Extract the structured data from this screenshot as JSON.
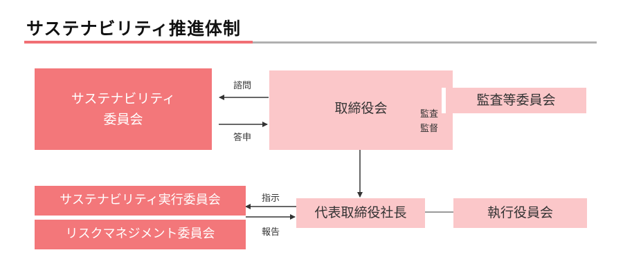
{
  "title": "サステナビリティ推進体制",
  "colors": {
    "accent": "#f16f74",
    "box_strong": "#f3777a",
    "box_light": "#fbc7c9",
    "rule_gray": "#b0b0b0"
  },
  "nodes": {
    "sustainability_committee": [
      "サステナビリティ",
      "委員会"
    ],
    "board": "取締役会",
    "audit_committee": "監査等委員会",
    "president": "代表取締役社長",
    "executive_committee": "執行役員会",
    "sustainability_execution_committee": "サステナビリティ実行委員会",
    "risk_management_committee": "リスクマネジメント委員会"
  },
  "edge_labels": {
    "consult": "諮問",
    "report_answer": "答申",
    "audit_supervise": [
      "監査",
      "監督"
    ],
    "instruct": "指示",
    "report": "報告"
  }
}
